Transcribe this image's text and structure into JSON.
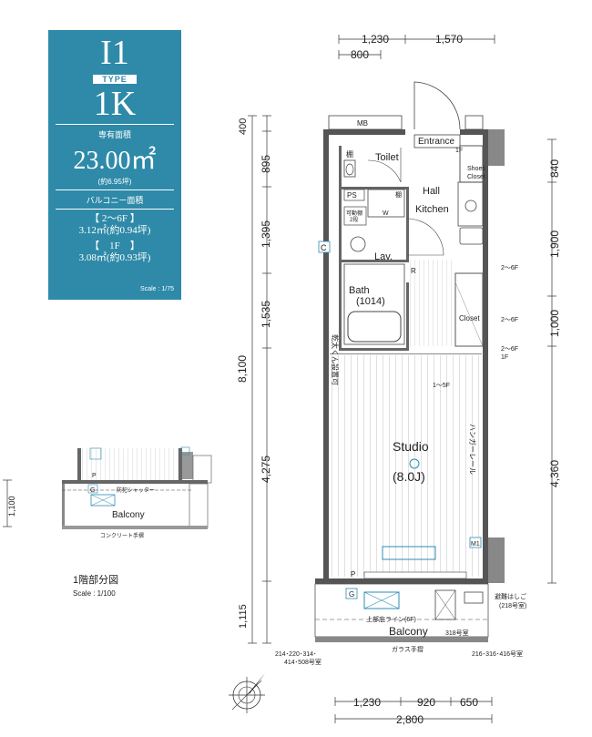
{
  "panel": {
    "type_code": "I1",
    "type_label": "TYPE",
    "layout": "1K",
    "exclusive_area_label": "専有面積",
    "exclusive_area": "23.00㎡",
    "exclusive_area_tsubo": "(約6.95坪)",
    "balcony_area_label": "バルコニー面積",
    "balcony_floors_upper": "【 2〜6F 】",
    "balcony_area_upper": "3.12㎡(約0.94坪)",
    "balcony_floors_lower": "【　1F　】",
    "balcony_area_lower": "3.08㎡(約0.93坪)",
    "scale": "Scale : 1/75"
  },
  "rooms": {
    "toilet": "Toilet",
    "hall": "Hall",
    "kitchen": "Kitchen",
    "entrance": "Entrance",
    "lav": "Lav.",
    "bath": "Bath",
    "bath_size": "(1014)",
    "closet": "Closet",
    "studio": "Studio",
    "studio_size": "(8.0J)",
    "balcony": "Balcony",
    "mb": "MB",
    "ps": "PS",
    "shoes_closet_1": "Shoes",
    "shoes_closet_2": "Closet",
    "shelf_1": "可動棚",
    "shelf_2": "2段",
    "tana": "棚"
  },
  "dimensions": {
    "top_row": [
      "1,230",
      "1,570",
      "800"
    ],
    "left_total": "8,100",
    "left": [
      "400",
      "895",
      "1,395",
      "1,535",
      "4,275",
      "1,115"
    ],
    "right": [
      "840",
      "1,900",
      "1,000",
      "4,360"
    ],
    "bottom_row": [
      "1,230",
      "920",
      "650"
    ],
    "bottom_total": "2,800",
    "inset_height": "1,100"
  },
  "annotations": {
    "floor_2_6": "2〜6F",
    "floor_1": "1F",
    "floor_1_5": "1〜5F",
    "dryer_pipe": "乾太くん設置可",
    "hanger_rail": "ハンガーレール",
    "evacuation": "避難はしご",
    "evacuation_room": "(218号室)",
    "upper_eave": "上部庇ライン(6F)",
    "room_318": "318号室",
    "glass_rail": "ガラス手摺",
    "rooms_left": "214･220･314･",
    "rooms_left_2": "414･508号室",
    "rooms_right": "216･316･416号室",
    "marker_m1": "M1",
    "marker_g": "G",
    "marker_p": "P",
    "marker_c": "C",
    "marker_w": "W",
    "marker_r": "R"
  },
  "inset": {
    "title": "1階部分図",
    "scale": "Scale : 1/100",
    "balcony": "Balcony",
    "shutter": "防犯シャッター",
    "concrete_rail": "コンクリート手摺",
    "p": "P",
    "g": "G"
  }
}
